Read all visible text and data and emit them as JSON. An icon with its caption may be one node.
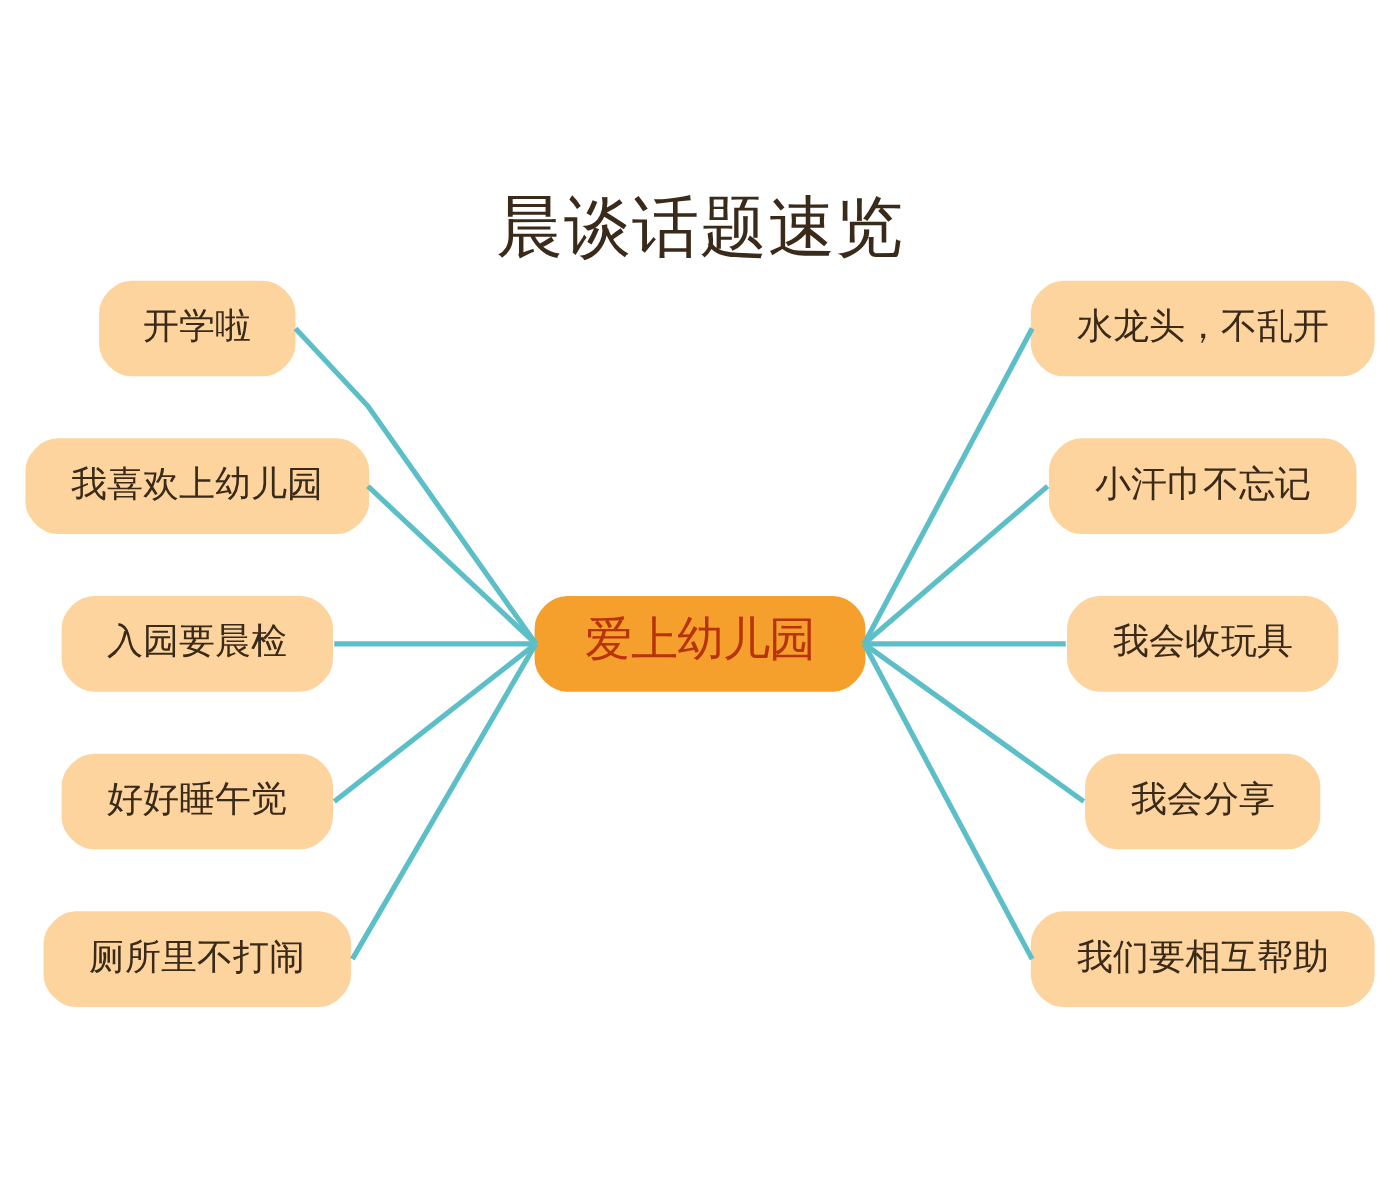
{
  "diagram": {
    "title": "晨谈话题速览",
    "nodes": [
      {
        "text": [
          "爱上幼儿园"
        ]
      },
      {
        "text": [
          "开学啦"
        ]
      },
      {
        "text": [
          "我喜欢上幼儿园"
        ]
      },
      {
        "text": [
          "入园要晨检"
        ]
      },
      {
        "text": [
          "好好睡午觉"
        ]
      },
      {
        "text": [
          "厕所里不打闹"
        ]
      },
      {
        "text": [
          "水龙头，不乱开"
        ]
      },
      {
        "text": [
          "小汗巾不忘记"
        ]
      },
      {
        "text": [
          "我会收玩具"
        ]
      },
      {
        "text": [
          "我会分享"
        ]
      },
      {
        "text": [
          "我们要相互帮助"
        ]
      }
    ],
    "edges": [
      {
        "from": 0,
        "to": 1,
        "arrow": "none"
      },
      {
        "from": 0,
        "to": 2,
        "arrow": "none"
      },
      {
        "from": 0,
        "to": 3,
        "arrow": "none"
      },
      {
        "from": 0,
        "to": 4,
        "arrow": "none"
      },
      {
        "from": 0,
        "to": 5,
        "arrow": "none"
      },
      {
        "from": 0,
        "to": 6,
        "arrow": "none"
      },
      {
        "from": 0,
        "to": 7,
        "arrow": "none"
      },
      {
        "from": 0,
        "to": 8,
        "arrow": "none"
      },
      {
        "from": 0,
        "to": 9,
        "arrow": "none"
      },
      {
        "from": 0,
        "to": 10,
        "arrow": "none"
      }
    ]
  }
}
